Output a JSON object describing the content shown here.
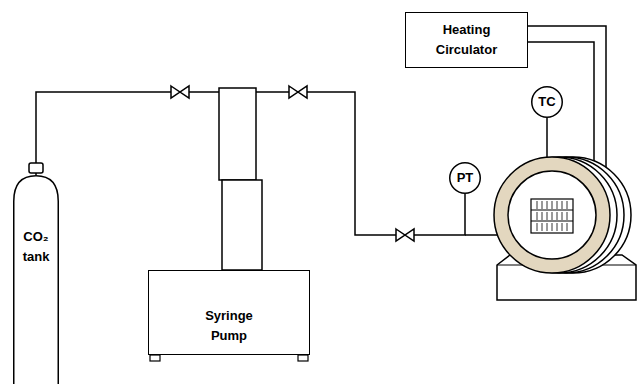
{
  "diagram": {
    "nodes": [
      {
        "text": [
          "CO₂ tank"
        ]
      },
      {
        "text": [
          "Syringe Pump"
        ]
      },
      {
        "text": [
          "Heating Circulator"
        ]
      },
      {
        "text": [
          "PT"
        ]
      },
      {
        "text": [
          "TC"
        ]
      }
    ],
    "edges": [
      {
        "from": 0,
        "to": 1,
        "arrow": "none"
      },
      {
        "from": 1,
        "to": 3,
        "arrow": "none"
      }
    ]
  }
}
